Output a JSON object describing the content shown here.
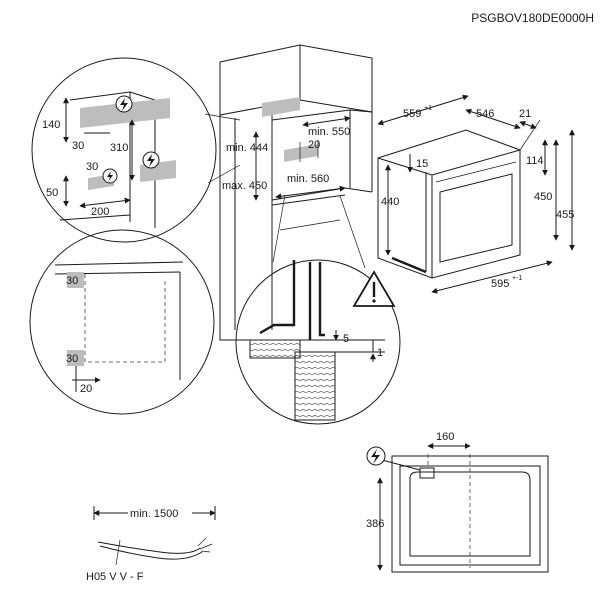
{
  "model_code": "PSGBOV180DE0000H",
  "cabinet": {
    "min_550": "min. 550",
    "min_444": "min. 444",
    "max_450": "max. 450",
    "min_560": "min. 560",
    "d_20": "20"
  },
  "oven": {
    "d_559": "559",
    "d_559_tol": "+1",
    "d_546": "546",
    "d_21": "21",
    "d_15": "15",
    "d_114": "114",
    "d_440": "440",
    "d_450": "450",
    "d_455": "455",
    "d_595": "595",
    "d_595_tol": "+-1"
  },
  "detail_top": {
    "d_140": "140",
    "d_30a": "30",
    "d_310": "310",
    "d_30b": "30",
    "d_50": "50",
    "d_200": "200"
  },
  "detail_side": {
    "d_30a": "30",
    "d_30b": "30",
    "d_20": "20"
  },
  "detail_gap": {
    "d_5": "5",
    "d_1": "1"
  },
  "connection": {
    "d_160": "160",
    "d_386": "386"
  },
  "cable": {
    "min_1500": "min. 1500",
    "type": "H05 V V - F"
  },
  "icons": [
    "electrical-connection-icon",
    "warning-triangle-icon"
  ]
}
